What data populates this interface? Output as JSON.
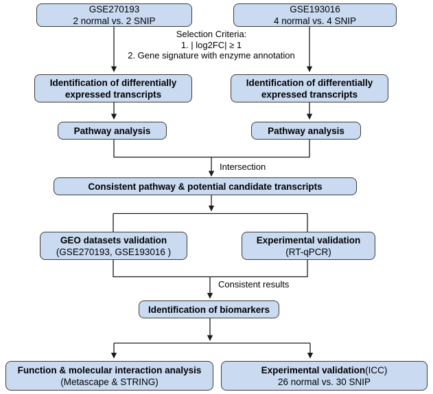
{
  "title": "Study workflow flowchart",
  "colors": {
    "box_fill": "#c9daf1",
    "box_border": "#3a3a3a",
    "connector": "#1a1a1a",
    "background": "#ffffff",
    "text": "#000000"
  },
  "nodes": {
    "gse270193": {
      "line1": "GSE270193",
      "line2": "2 normal vs. 2 SNIP"
    },
    "gse193016": {
      "line1": "GSE193016",
      "line2": "4 normal vs. 4 SNIP"
    },
    "ident_left": {
      "line1": "Identification of differentially",
      "line2": "expressed transcripts"
    },
    "ident_right": {
      "line1": "Identification of differentially",
      "line2": "expressed transcripts"
    },
    "pathway_left": {
      "line1": "Pathway analysis"
    },
    "pathway_right": {
      "line1": "Pathway analysis"
    },
    "consistent": {
      "line1": "Consistent pathway & potential candidate transcripts"
    },
    "geo_validation": {
      "line1": "GEO datasets validation",
      "line2": "(GSE270193, GSE193016 )"
    },
    "exp_validation": {
      "line1": "Experimental validation",
      "line2": "(RT-qPCR)"
    },
    "biomarkers": {
      "line1": "Identification of biomarkers"
    },
    "function_analysis": {
      "line1": "Function & molecular interaction analysis",
      "line2": "(Metascape & STRING)"
    },
    "exp_validation_icc": {
      "line1_bold": "Experimental validation",
      "line1_regular": "(ICC)",
      "line2": "26 normal vs. 30 SNIP"
    }
  },
  "labels": {
    "selection_criteria": {
      "line1": "Selection Criteria:",
      "line2": "1. | log2FC| ≥ 1",
      "line3": "2. Gene signature with enzyme annotation"
    },
    "intersection": "Intersection",
    "consistent_results": "Consistent results"
  }
}
